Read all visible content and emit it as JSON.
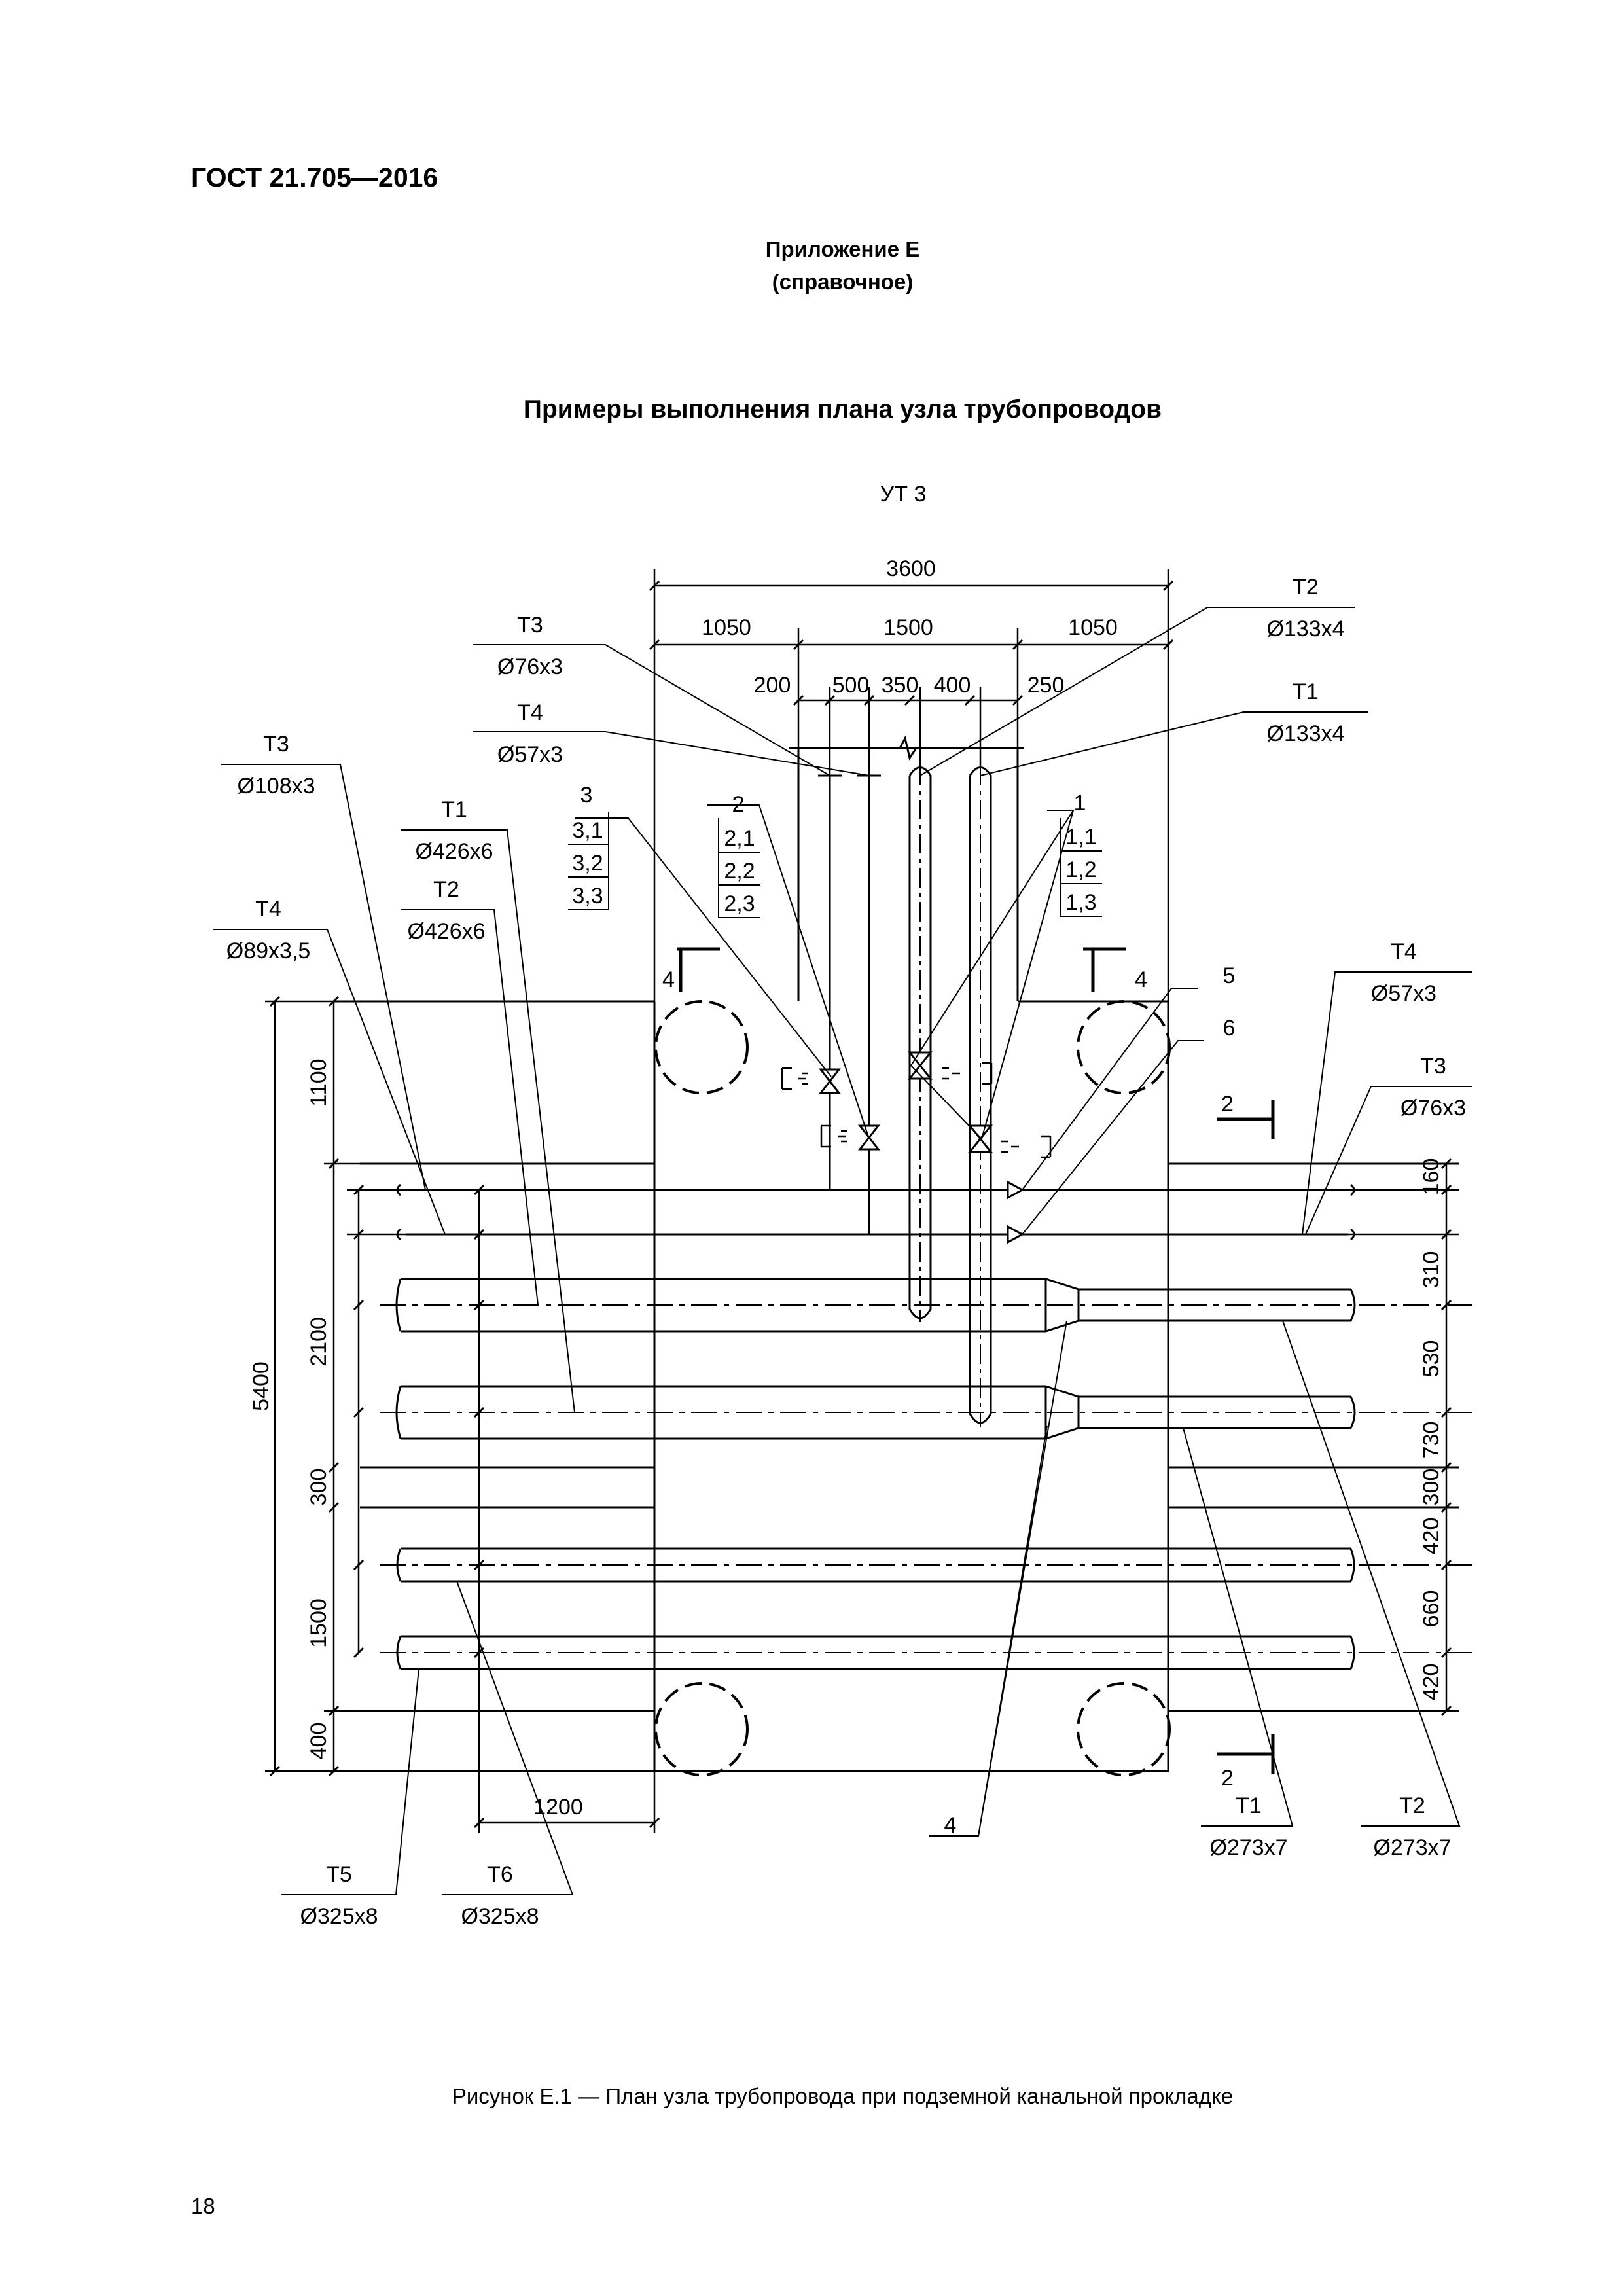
{
  "header": "ГОСТ 21.705—2016",
  "appendix": {
    "title": "Приложение Е",
    "note": "(справочное)"
  },
  "section_title": "Примеры выполнения плана узла трубопроводов",
  "diagram": {
    "unit": "УТ 3",
    "top_dims": {
      "total": "3600",
      "left": "1050",
      "mid": "1500",
      "right": "1050",
      "d200": "200",
      "d500": "500",
      "d350": "350",
      "d400": "400",
      "d250": "250"
    },
    "left_dims": {
      "total": "5400",
      "d1100": "1100",
      "d2100": "2100",
      "d300": "300",
      "d1500": "1500",
      "d400": "400"
    },
    "right_dims": {
      "d160": "160",
      "d310": "310",
      "d530": "530",
      "d730": "730",
      "d300": "300",
      "d420a": "420",
      "d660": "660",
      "d420b": "420"
    },
    "bottom_dim": "1200",
    "section_marks": {
      "s4": "4",
      "s2": "2"
    },
    "labels": {
      "t3_top": {
        "name": "Т3",
        "size": "Ø76x3"
      },
      "t4_top": {
        "name": "Т4",
        "size": "Ø57x3"
      },
      "t2_top": {
        "name": "Т2",
        "size": "Ø133x4"
      },
      "t1_top": {
        "name": "Т1",
        "size": "Ø133x4"
      },
      "t3_left": {
        "name": "Т3",
        "size": "Ø108x3"
      },
      "t1_left": {
        "name": "Т1",
        "size": "Ø426x6"
      },
      "t2_left": {
        "name": "Т2",
        "size": "Ø426x6"
      },
      "t4_left": {
        "name": "Т4",
        "size": "Ø89x3,5"
      },
      "t4_right": {
        "name": "Т4",
        "size": "Ø57x3"
      },
      "t3_right": {
        "name": "Т3",
        "size": "Ø76x3"
      },
      "t1_bottom": {
        "name": "Т1",
        "size": "Ø273x7"
      },
      "t2_bottom": {
        "name": "Т2",
        "size": "Ø273x7"
      },
      "t5_bottom": {
        "name": "Т5",
        "size": "Ø325x8"
      },
      "t6_bottom": {
        "name": "Т6",
        "size": "Ø325x8"
      }
    },
    "groups": {
      "g3": {
        "head": "3",
        "items": [
          "3,1",
          "3,2",
          "3,3"
        ]
      },
      "g2": {
        "head": "2",
        "items": [
          "2,1",
          "2,2",
          "2,3"
        ]
      },
      "g1": {
        "head": "1",
        "items": [
          "1,1",
          "1,2",
          "1,3"
        ]
      }
    },
    "callouts": {
      "c5": "5",
      "c6": "6",
      "c4": "4"
    }
  },
  "caption": "Рисунок Е.1 — План узла трубопровода при подземной канальной прокладке",
  "page_number": "18"
}
